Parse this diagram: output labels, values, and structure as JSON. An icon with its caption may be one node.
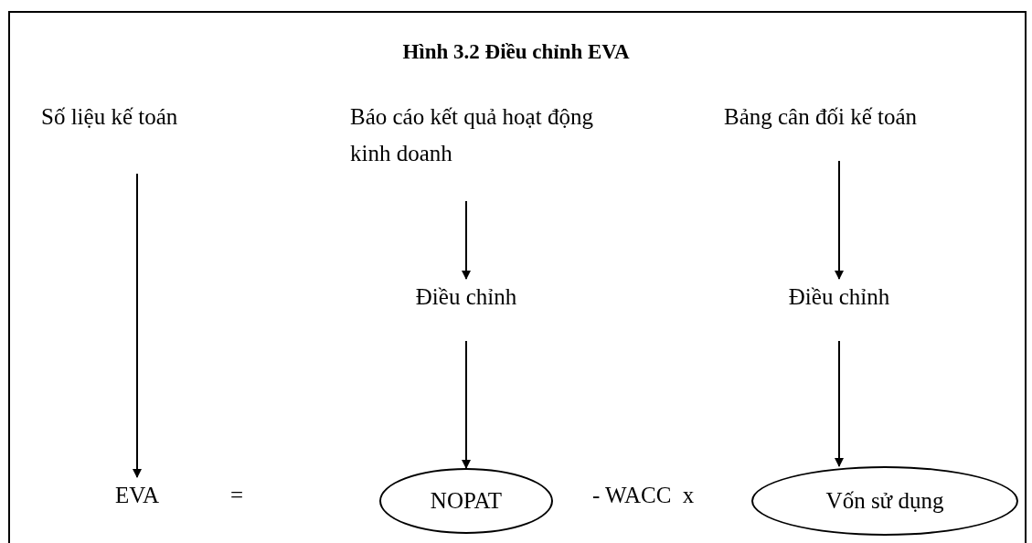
{
  "diagram": {
    "title": "Hình 3.2 Điều chỉnh EVA",
    "nodes": [
      {
        "text": [
          "Số liệu kế toán"
        ]
      },
      {
        "text": [
          "Báo cáo kết quả hoạt động kinh doanh"
        ]
      },
      {
        "text": [
          "Bảng cân đối kế toán"
        ]
      },
      {
        "text": [
          "Điều chỉnh"
        ]
      },
      {
        "text": [
          "Điều chỉnh"
        ]
      },
      {
        "text": [
          "EVA"
        ]
      },
      {
        "text": [
          "NOPAT"
        ]
      },
      {
        "text": [
          "Vốn sử dụng"
        ]
      }
    ],
    "edges": [
      {
        "from": 0,
        "to": 5,
        "arrow": "to"
      },
      {
        "from": 1,
        "to": 3,
        "arrow": "to"
      },
      {
        "from": 3,
        "to": 6,
        "arrow": "to"
      },
      {
        "from": 2,
        "to": 4,
        "arrow": "to"
      },
      {
        "from": 4,
        "to": 7,
        "arrow": "to"
      }
    ],
    "labels": [
      "=",
      "- WACC  x"
    ]
  }
}
